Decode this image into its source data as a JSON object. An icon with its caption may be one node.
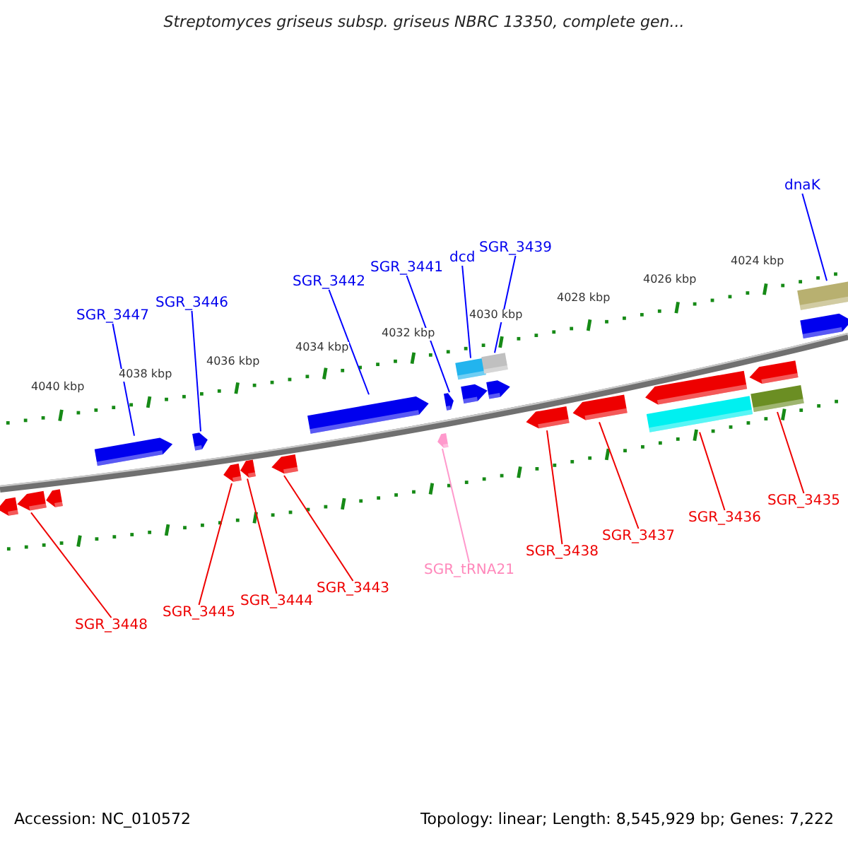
{
  "diagram": {
    "title": "Streptomyces griseus subsp. griseus NBRC 13350, complete gen...",
    "nodes": [
      {
        "text": [
          "SGR_3447"
        ]
      },
      {
        "text": [
          "SGR_3446"
        ]
      },
      {
        "text": [
          "SGR_3442"
        ]
      },
      {
        "text": [
          "SGR_3441"
        ]
      },
      {
        "text": [
          "dcd"
        ]
      },
      {
        "text": [
          "SGR_3439"
        ]
      },
      {
        "text": [
          "dnaK"
        ]
      },
      {
        "text": [
          "SGR_3448"
        ]
      },
      {
        "text": [
          "SGR_3445"
        ]
      },
      {
        "text": [
          "SGR_3444"
        ]
      },
      {
        "text": [
          "SGR_3443"
        ]
      },
      {
        "text": [
          "SGR_tRNA21"
        ]
      },
      {
        "text": [
          "SGR_3438"
        ]
      },
      {
        "text": [
          "SGR_3437"
        ]
      },
      {
        "text": [
          "SGR_3436"
        ]
      },
      {
        "text": [
          "SGR_3435"
        ]
      },
      {
        "text": [],
        "shape": "bar"
      },
      {
        "text": [],
        "shape": "bar"
      },
      {
        "text": [],
        "shape": "bar"
      },
      {
        "text": [],
        "shape": "bar"
      },
      {
        "text": [],
        "shape": "bar"
      },
      {
        "text": [],
        "shape": "bar"
      },
      {
        "text": [],
        "shape": "bar"
      },
      {
        "text": [],
        "shape": "bar"
      },
      {
        "text": [],
        "shape": "bar"
      },
      {
        "text": [],
        "shape": "bar"
      },
      {
        "text": [],
        "shape": "bar"
      },
      {
        "text": [],
        "shape": "bar"
      },
      {
        "text": [],
        "shape": "bar"
      },
      {
        "text": [],
        "shape": "bar"
      },
      {
        "text": [],
        "shape": "bar"
      },
      {
        "text": [],
        "shape": "bar"
      },
      {
        "text": [],
        "shape": "bar"
      },
      {
        "text": [],
        "shape": "bar"
      },
      {
        "text": [],
        "shape": "bar"
      },
      {
        "text": [],
        "shape": "bar"
      },
      {
        "text": [],
        "shape": "bar"
      },
      {
        "text": [],
        "shape": "bar"
      },
      {
        "text": [],
        "shape": "bar"
      }
    ],
    "edges": [
      {
        "from": 0,
        "to": 16,
        "arrow": "none",
        "color": "#0000ff"
      },
      {
        "from": 1,
        "to": 17,
        "arrow": "none",
        "color": "#0000ff"
      },
      {
        "from": 2,
        "to": 18,
        "arrow": "none",
        "color": "#0000ff"
      },
      {
        "from": 3,
        "to": 19,
        "arrow": "none",
        "color": "#0000ff"
      },
      {
        "from": 4,
        "to": 22,
        "arrow": "none",
        "color": "#0000ff"
      },
      {
        "from": 5,
        "to": 23,
        "arrow": "none",
        "color": "#0000ff"
      },
      {
        "from": 6,
        "to": 24,
        "arrow": "none",
        "color": "#0000ff"
      },
      {
        "from": 7,
        "to": 27,
        "arrow": "none"
      },
      {
        "from": 8,
        "to": 29,
        "arrow": "none"
      },
      {
        "from": 9,
        "to": 30,
        "arrow": "none"
      },
      {
        "from": 10,
        "to": 31,
        "arrow": "none"
      },
      {
        "from": 11,
        "to": 32,
        "arrow": "none",
        "color": "#ff99cc"
      },
      {
        "from": 12,
        "to": 33,
        "arrow": "none"
      },
      {
        "from": 13,
        "to": 34,
        "arrow": "none"
      },
      {
        "from": 14,
        "to": 36,
        "arrow": "none"
      },
      {
        "from": 15,
        "to": 38,
        "arrow": "none"
      }
    ],
    "labels": [
      "4040 kbp",
      "4038 kbp",
      "4036 kbp",
      "4034 kbp",
      "4032 kbp",
      "4030 kbp",
      "4028 kbp",
      "4026 kbp",
      "4024 kbp",
      "Accession: NC_010572",
      "Topology: linear; Length: 8,545,929 bp; Genes: 7,222"
    ]
  }
}
